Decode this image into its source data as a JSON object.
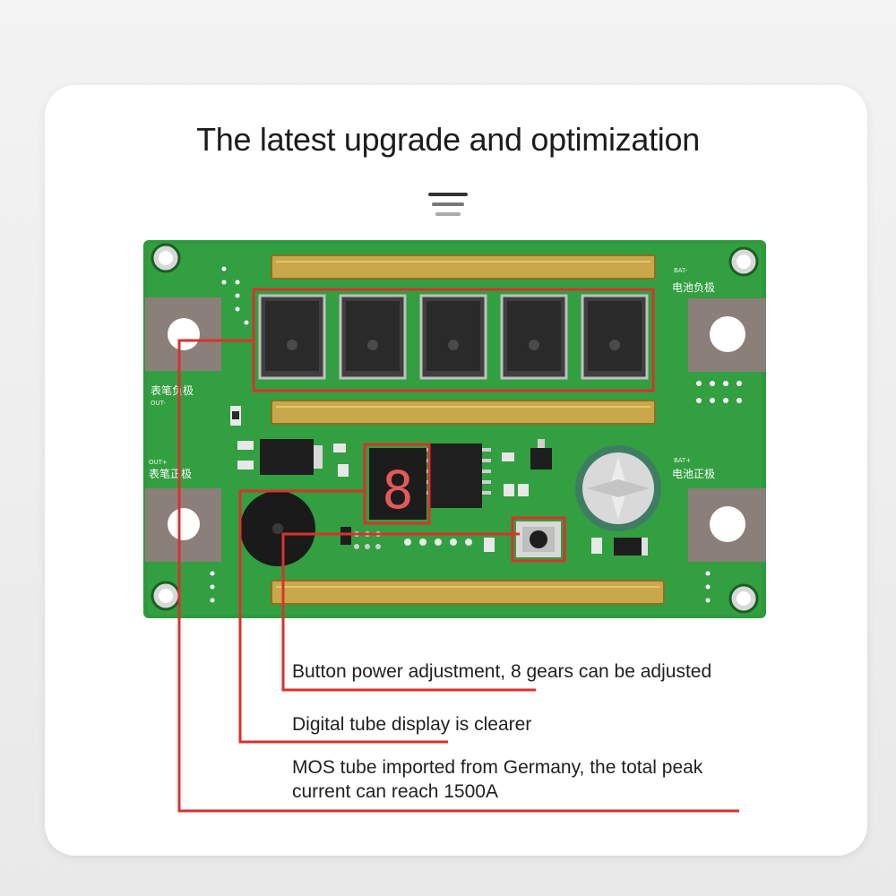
{
  "title": "The latest upgrade and optimization",
  "board": {
    "silk_battery_neg_en": "BAT-",
    "silk_battery_neg_cn": "电池负极",
    "silk_pen_neg_cn": "表笔负极",
    "silk_pen_neg_en": "OUT-",
    "silk_pen_pos_en": "OUT+",
    "silk_pen_pos_cn": "表笔正极",
    "silk_battery_pos_en": "BAT+",
    "silk_battery_pos_cn": "电池正极",
    "display_digit": "8"
  },
  "callouts": [
    {
      "text": "Button power adjustment, 8 gears can be adjusted"
    },
    {
      "text": "Digital tube display is clearer"
    },
    {
      "line1": "MOS tube imported from Germany, the total peak",
      "line2": "current can reach 1500A"
    }
  ],
  "colors": {
    "pcb_green": "#2f9a3c",
    "callout_red": "#d9322e",
    "copper": "#c9a84a"
  }
}
